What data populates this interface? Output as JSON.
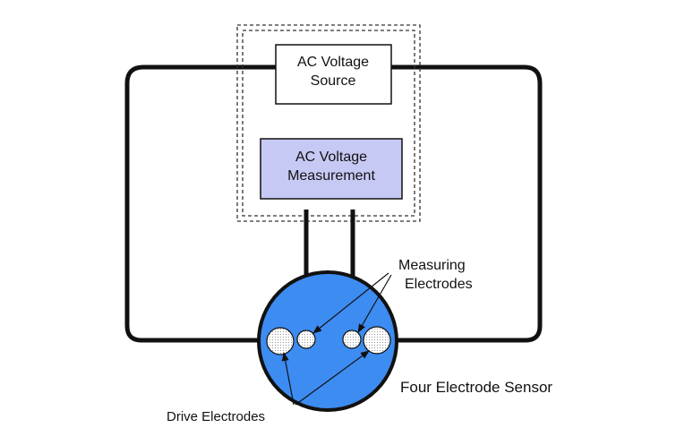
{
  "boxes": {
    "source": {
      "line1": "AC Voltage",
      "line2": "Source"
    },
    "measurement": {
      "line1": "AC Voltage",
      "line2": "Measurement"
    }
  },
  "labels": {
    "measuring_line1": "Measuring",
    "measuring_line2": "Electrodes",
    "drive": "Drive Electrodes",
    "sensor": "Four Electrode Sensor"
  },
  "colors": {
    "sensor_fill": "#3d8cf2",
    "measurement_fill": "#c7c9f5",
    "wire": "#111111"
  }
}
